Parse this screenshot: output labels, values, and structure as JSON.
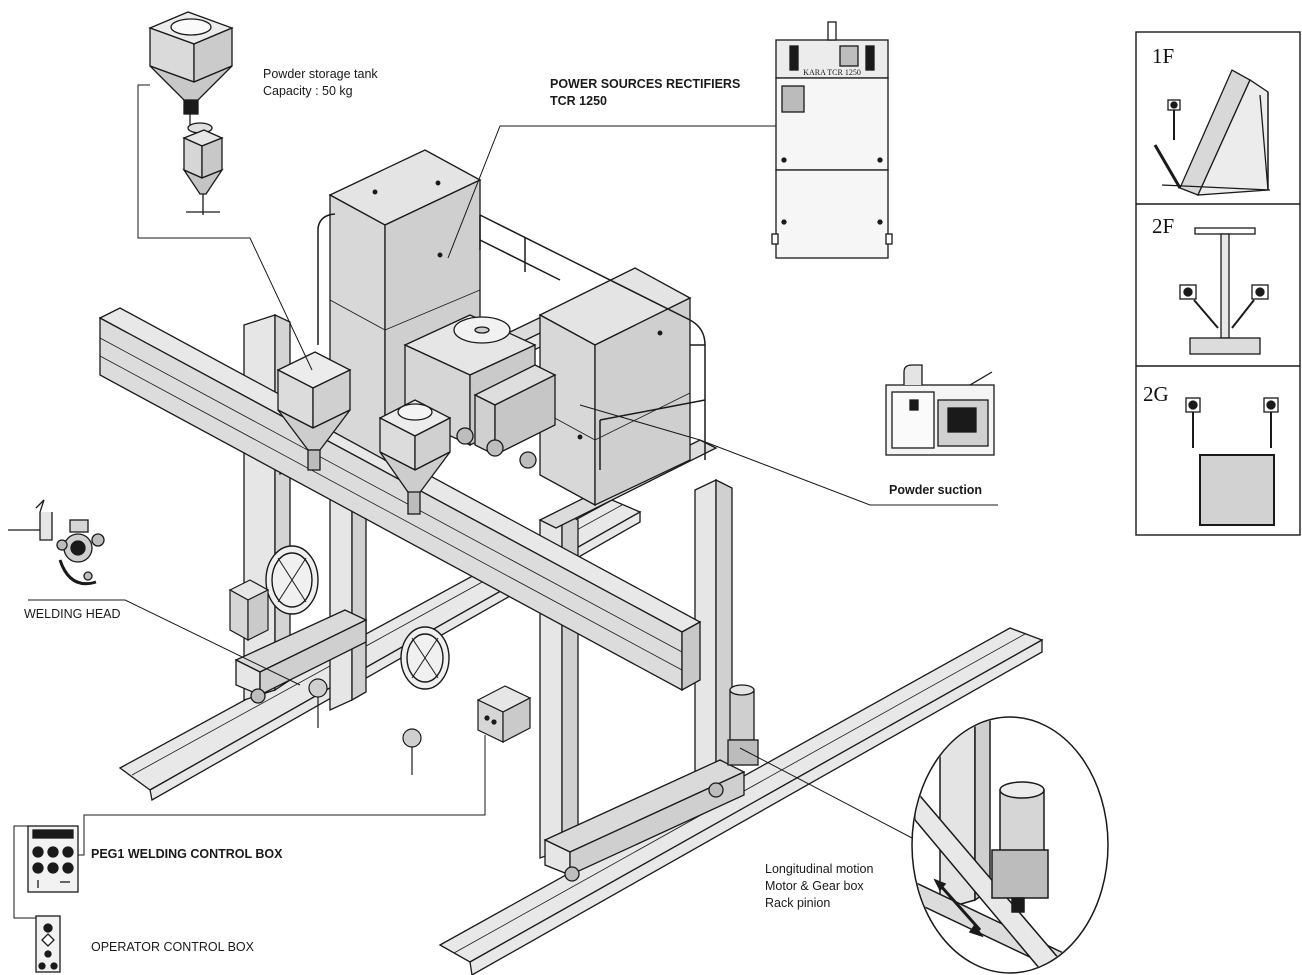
{
  "labels": {
    "powder_tank_line1": "Powder storage tank",
    "powder_tank_line2": "Capacity  : 50 kg",
    "power_sources_line1": "POWER SOURCES RECTIFIERS",
    "power_sources_line2": "TCR 1250",
    "powder_suction": "Powder suction",
    "welding_head": "WELDING HEAD",
    "peg1_control_box": "PEG1 WELDING CONTROL BOX",
    "operator_control_box": "OPERATOR  CONTROL BOX",
    "longitudinal_line1": "Longitudinal motion",
    "longitudinal_line2": "Motor & Gear box",
    "longitudinal_line3": "Rack pinion",
    "rectifier_nameplate": "KARA  TCR 1250"
  },
  "positions_panel": {
    "items": [
      "1F",
      "2F",
      "2G"
    ]
  },
  "colors": {
    "line": "#1a1a1a",
    "fill_light": "#e4e4e4",
    "fill_mid": "#d2d2d2",
    "fill_dark": "#bdbdbd",
    "background": "#ffffff"
  }
}
